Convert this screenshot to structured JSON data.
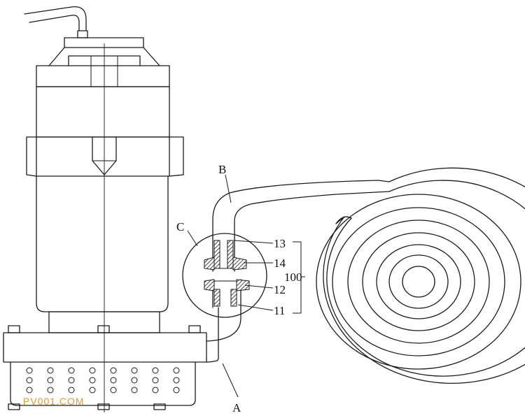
{
  "labels": {
    "a": "A",
    "b": "B",
    "c": "C",
    "part_13": "13",
    "part_14": "14",
    "part_12": "12",
    "part_11": "11",
    "assembly_100": "100"
  },
  "watermark": "PV001.COM",
  "colors": {
    "line": "#1a1a1a",
    "watermark": "#e29a2c",
    "background": "#ffffff"
  }
}
